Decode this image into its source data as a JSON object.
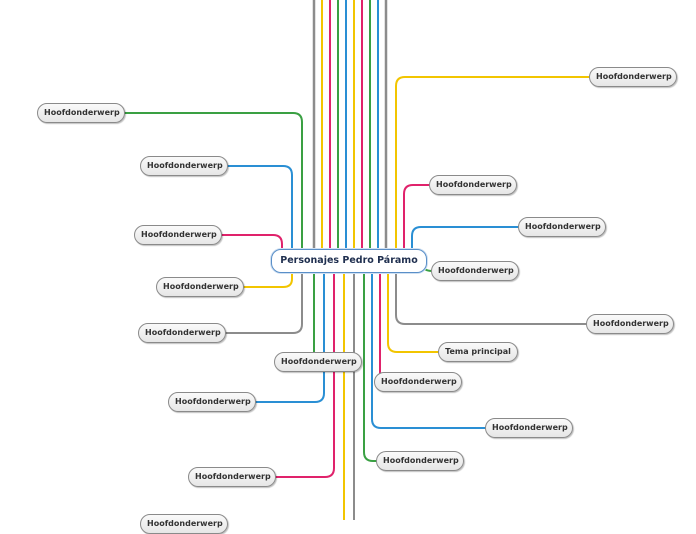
{
  "central": {
    "label": "Personajes Pedro Páramo"
  },
  "topics": [
    {
      "label": "Hoofdonderwerp",
      "color": "#3aa043"
    },
    {
      "label": "Hoofdonderwerp",
      "color": "#2a8fd4"
    },
    {
      "label": "Hoofdonderwerp",
      "color": "#e0226b"
    },
    {
      "label": "Hoofdonderwerp",
      "color": "#f2c500"
    },
    {
      "label": "Hoofdonderwerp",
      "color": "#8c8c8c"
    },
    {
      "label": "Hoofdonderwerp",
      "color": "#3aa043"
    },
    {
      "label": "Hoofdonderwerp",
      "color": "#2a8fd4"
    },
    {
      "label": "Hoofdonderwerp",
      "color": "#e0226b"
    },
    {
      "label": "Hoofdonderwerp",
      "color": "#f2c500"
    },
    {
      "label": "Hoofdonderwerp",
      "color": "#e0226b"
    },
    {
      "label": "Hoofdonderwerp",
      "color": "#2a8fd4"
    },
    {
      "label": "Hoofdonderwerp",
      "color": "#3aa043"
    },
    {
      "label": "Hoofdonderwerp",
      "color": "#8c8c8c"
    },
    {
      "label": "Tema principal",
      "color": "#f2c500"
    },
    {
      "label": "Hoofdonderwerp",
      "color": "#e0226b"
    },
    {
      "label": "Hoofdonderwerp",
      "color": "#2a8fd4"
    },
    {
      "label": "Hoofdonderwerp",
      "color": "#3aa043"
    }
  ]
}
